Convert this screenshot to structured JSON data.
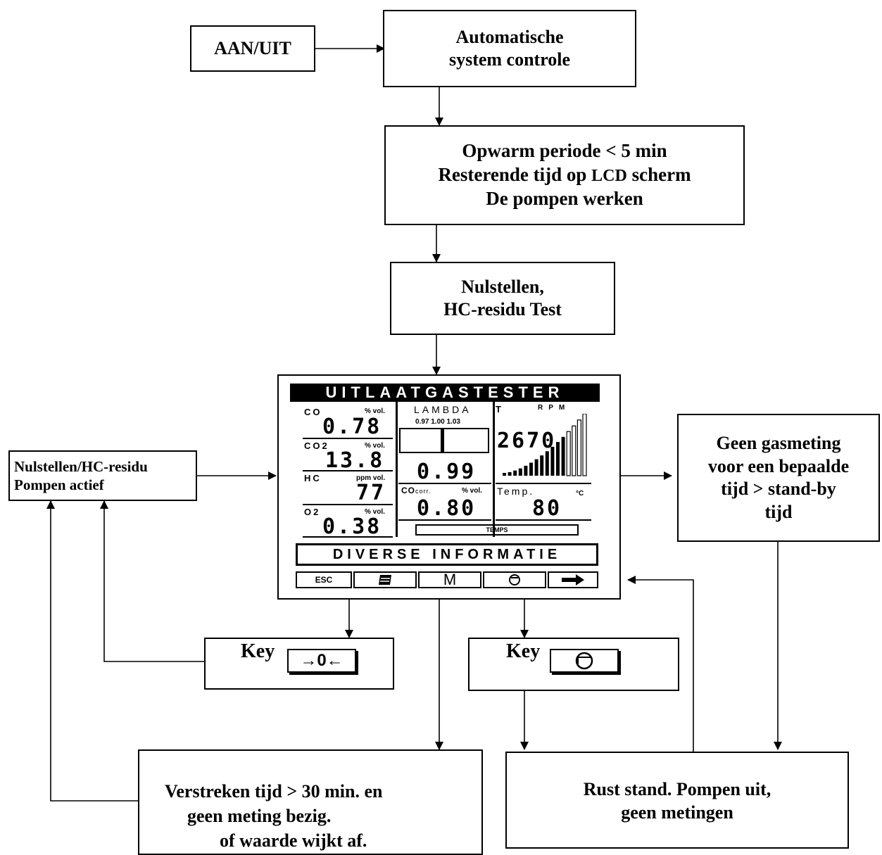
{
  "nodes": {
    "onoff": "AAN/UIT",
    "auto_check": [
      "Automatische",
      "system controle"
    ],
    "warmup": {
      "line1": "Opwarm periode < 5 min",
      "line2a": "Resterende tijd op ",
      "line2b": "LCD",
      "line2c": " scherm",
      "line3": "De pompen werken"
    },
    "zeroing": [
      "Nulstellen,",
      "HC-residu Test"
    ],
    "zero_active": [
      "Nulstellen/HC-residu",
      "Pompen actief"
    ],
    "no_gas": [
      "Geen gasmeting",
      "voor een bepaalde",
      "tijd > stand-by",
      "tijd"
    ],
    "key_zero": {
      "label": "Key",
      "icon": "→0←"
    },
    "key_pump": {
      "label": "Key",
      "icon": "pump-icon"
    },
    "elapsed": [
      "Verstreken tijd > 30 min. en",
      "geen meting bezig.",
      "of waarde wijkt af."
    ],
    "rest": [
      "Rust stand.  Pompen uit,",
      "geen metingen"
    ]
  },
  "lcd": {
    "title": "UITLAATGASTESTER",
    "co": {
      "label": "CO",
      "unit": "% vol.",
      "value": "0.78"
    },
    "co2": {
      "label": "CO2",
      "unit": "% vol.",
      "value": "13.8"
    },
    "hc": {
      "label": "HC",
      "unit": "ppm vol.",
      "value": "77"
    },
    "o2": {
      "label": "O2",
      "unit": "% vol.",
      "value": "0.38"
    },
    "lambda": {
      "label": "LAMBDA",
      "scale": "0.97 1.00 1.03",
      "value": "0.99"
    },
    "cocorr": {
      "label": "CO",
      "sub": "corr.",
      "unit": "% vol.",
      "value": "0.80"
    },
    "rpm": {
      "label": "RPM",
      "marker": "T",
      "value": "2670"
    },
    "temp": {
      "label": "Temp.",
      "unit": "°C",
      "value": "80"
    },
    "temps_bar": "TEMPS",
    "info": "DIVERSE INFORMATIE",
    "buttons": {
      "esc": "ESC",
      "print": "printer-icon",
      "m": "M",
      "pump": "pump-icon",
      "next": "arrow-right-icon"
    }
  }
}
